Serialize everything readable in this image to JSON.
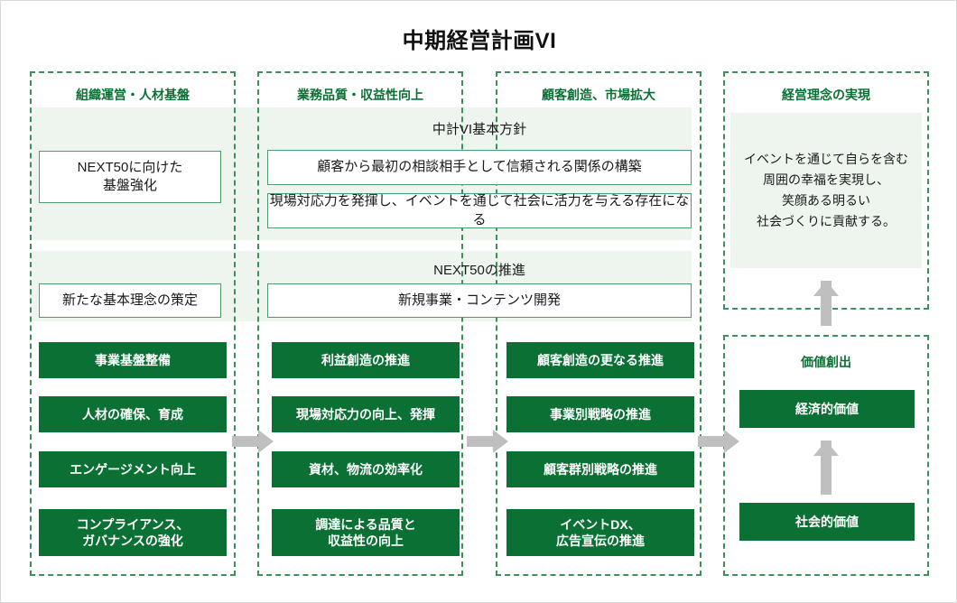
{
  "title": "中期経営計画VI",
  "columns": [
    {
      "id": "organization",
      "header": "組織運営・人材基盤"
    },
    {
      "id": "quality",
      "header": "業務品質・収益性向上"
    },
    {
      "id": "customer",
      "header": "顧客創造、市場拡大"
    },
    {
      "id": "philosophy",
      "header": "経営理念の実現"
    }
  ],
  "sections": {
    "policy": {
      "caption": "中計VI基本方針",
      "items": [
        "顧客から最初の相談相手として信頼される関係の構築",
        "現場対応力を発揮し、イベントを通じて社会に活力を与える存在になる"
      ],
      "left_box": "NEXT50に向けた\n基盤強化"
    },
    "next50": {
      "caption": "NEXT50の推進",
      "items": [
        "新規事業・コンテンツ開発"
      ],
      "left_box": "新たな基本理念の策定"
    }
  },
  "initiatives": {
    "organization": [
      "事業基盤整備",
      "人材の確保、育成",
      "エンゲージメント向上",
      "コンプライアンス、\nガバナンスの強化"
    ],
    "quality": [
      "利益創造の推進",
      "現場対応力の向上、発揮",
      "資材、物流の効率化",
      "調達による品質と\n収益性の向上"
    ],
    "customer": [
      "顧客創造の更なる推進",
      "事業別戦略の推進",
      "顧客群別戦略の推進",
      "イベントDX、\n広告宣伝の推進"
    ]
  },
  "philosophy": {
    "statement": "イベントを通じて自らを含む\n周囲の幸福を実現し、\n笑顔ある明るい\n社会づくりに貢献する。"
  },
  "value_creation": {
    "caption": "価値創出",
    "economic": "経済的価値",
    "social": "社会的価値"
  },
  "colors": {
    "brand_green": "#0b7034",
    "panel_border": "#3f8f5e",
    "band_bg": "#eef5ef",
    "arrow_gray": "#bfbfbf"
  }
}
